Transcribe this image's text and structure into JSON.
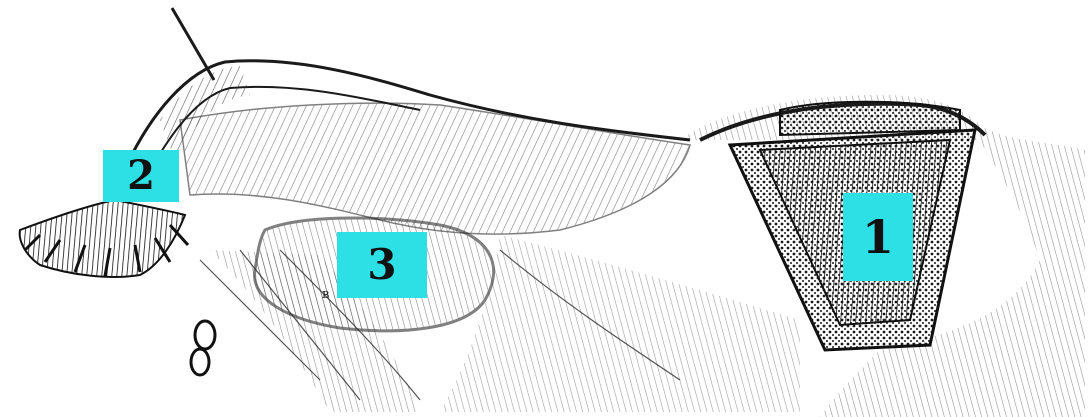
{
  "figure": {
    "labels": [
      {
        "id": "1",
        "text": "1"
      },
      {
        "id": "2",
        "text": "2"
      },
      {
        "id": "3",
        "text": "3"
      }
    ],
    "small_letter": "в",
    "colors": {
      "label_bg": "#2ce0e6",
      "ink": "#1a1a1a",
      "paper": "#ffffff"
    }
  }
}
